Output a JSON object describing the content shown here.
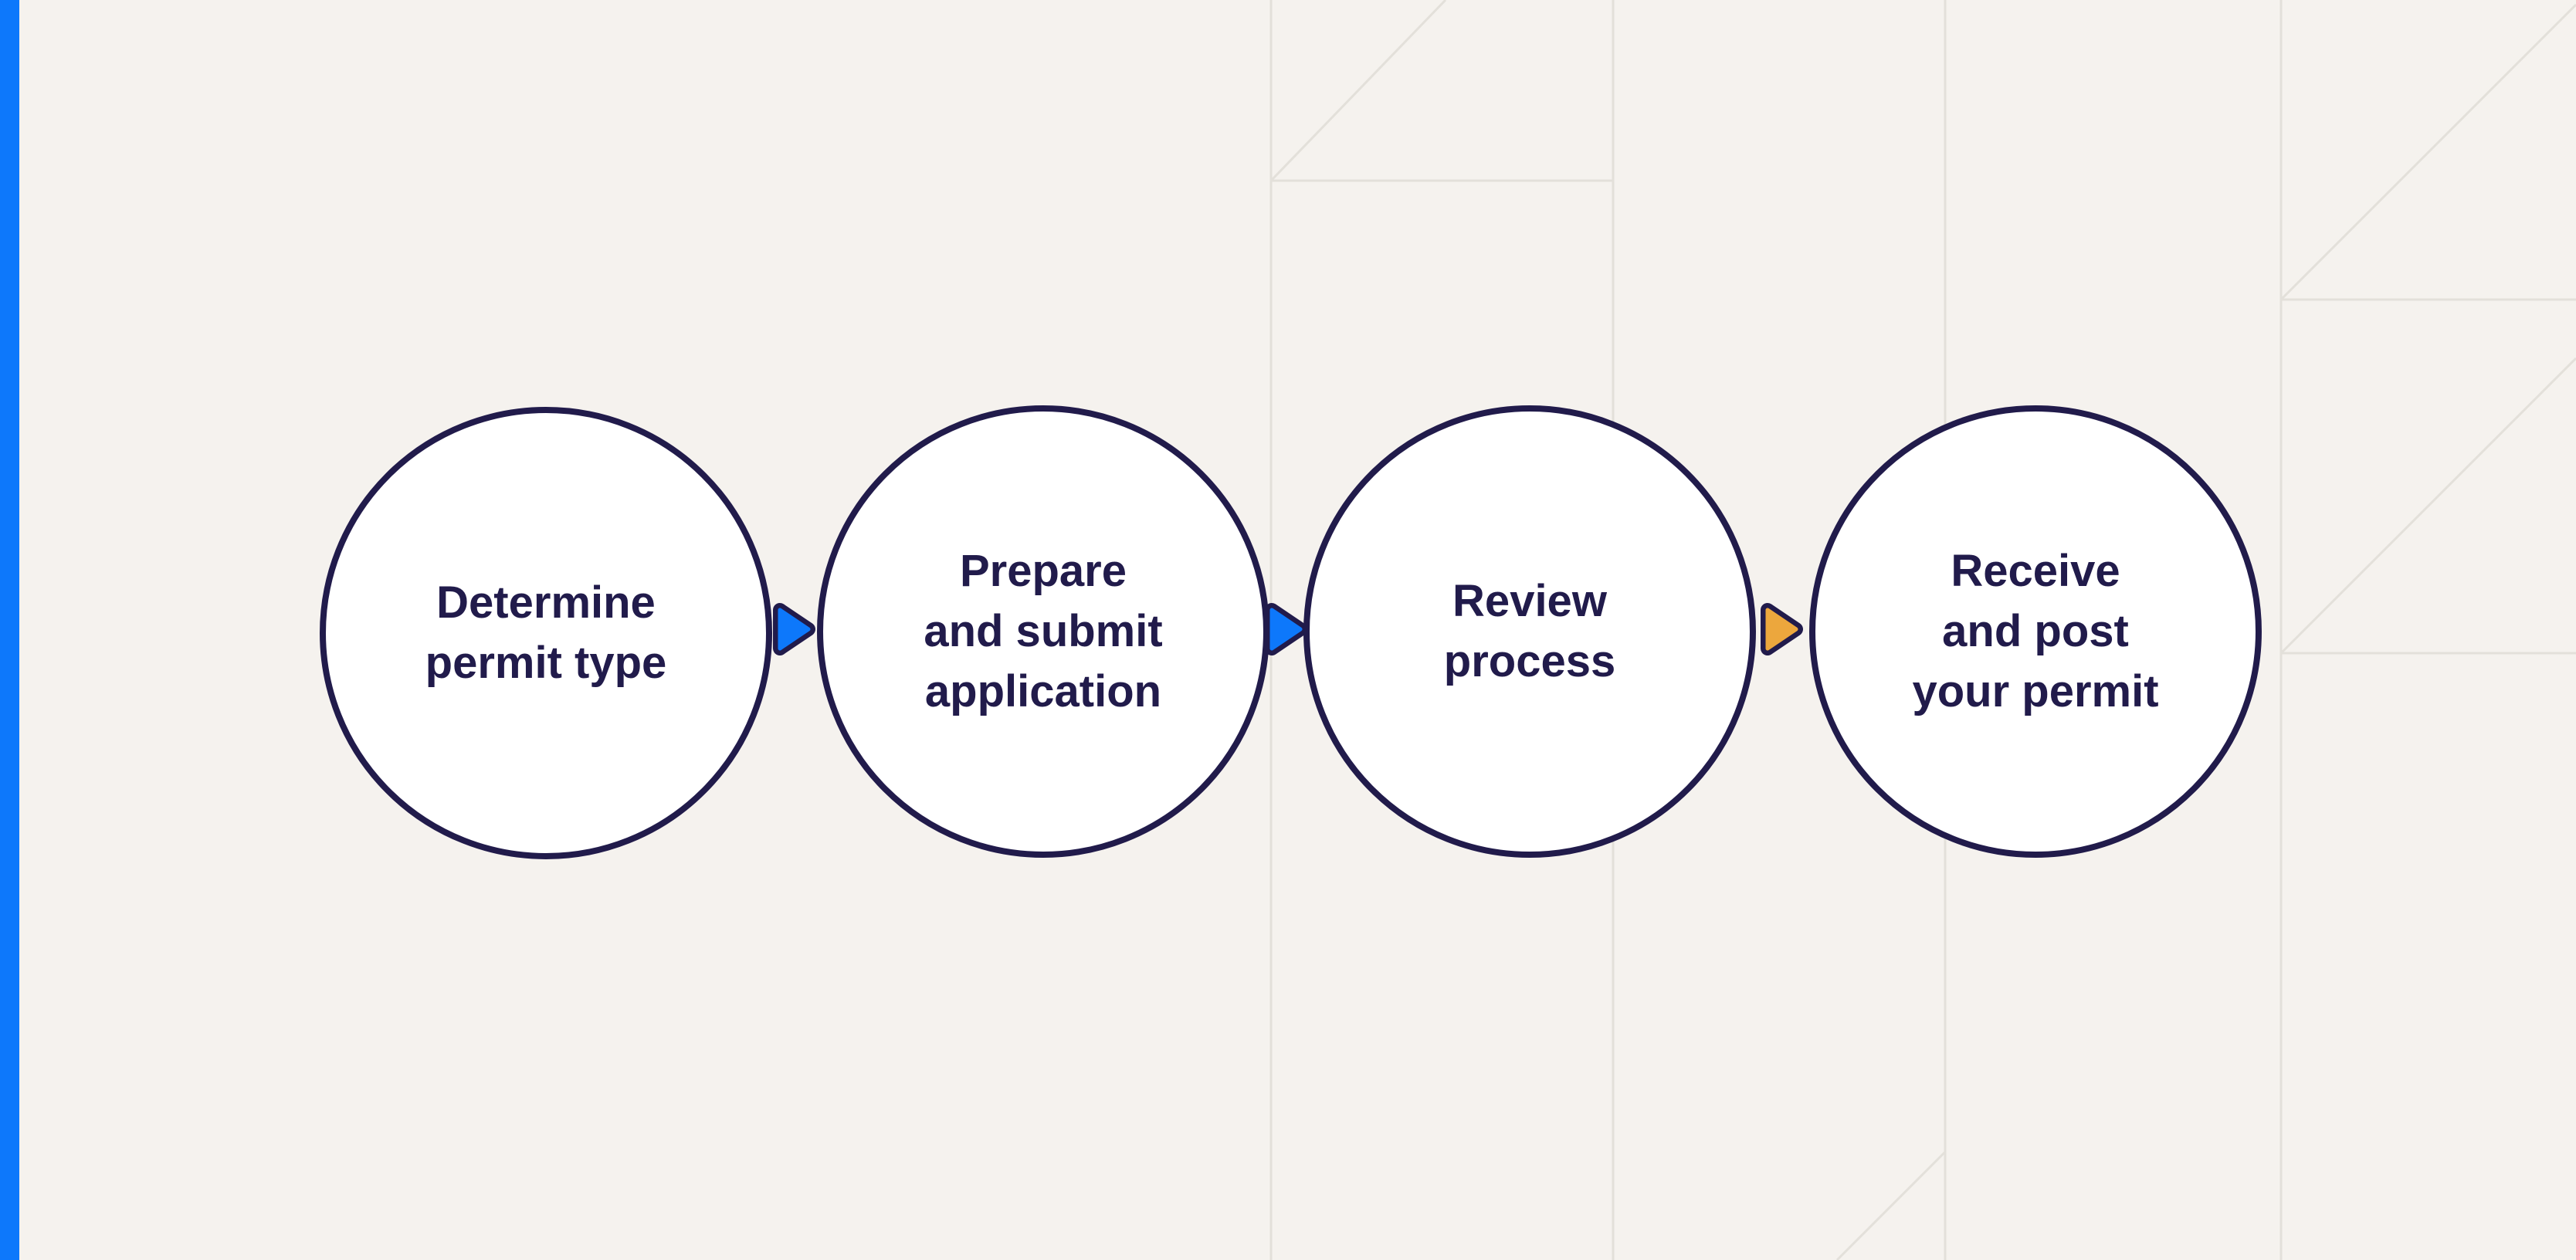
{
  "colors": {
    "bg": "#f5f2ee",
    "line": "#e3e0da",
    "navy": "#211b4b",
    "blue": "#0d78fb",
    "orange": "#eca73d",
    "circle_fill": "#ffffff"
  },
  "flow": {
    "steps": [
      {
        "name": "determine-permit-type",
        "lines": [
          "Determine",
          "permit type"
        ]
      },
      {
        "name": "prepare-and-submit-application",
        "lines": [
          "Prepare",
          "and submit",
          "application"
        ]
      },
      {
        "name": "review-process",
        "lines": [
          "Review",
          "process"
        ]
      },
      {
        "name": "receive-and-post-your-permit",
        "lines": [
          "Receive",
          "and post",
          "your permit"
        ]
      }
    ],
    "arrows": [
      {
        "direction": "right",
        "color": "blue"
      },
      {
        "direction": "right",
        "color": "blue"
      },
      {
        "direction": "right",
        "color": "orange"
      }
    ]
  }
}
